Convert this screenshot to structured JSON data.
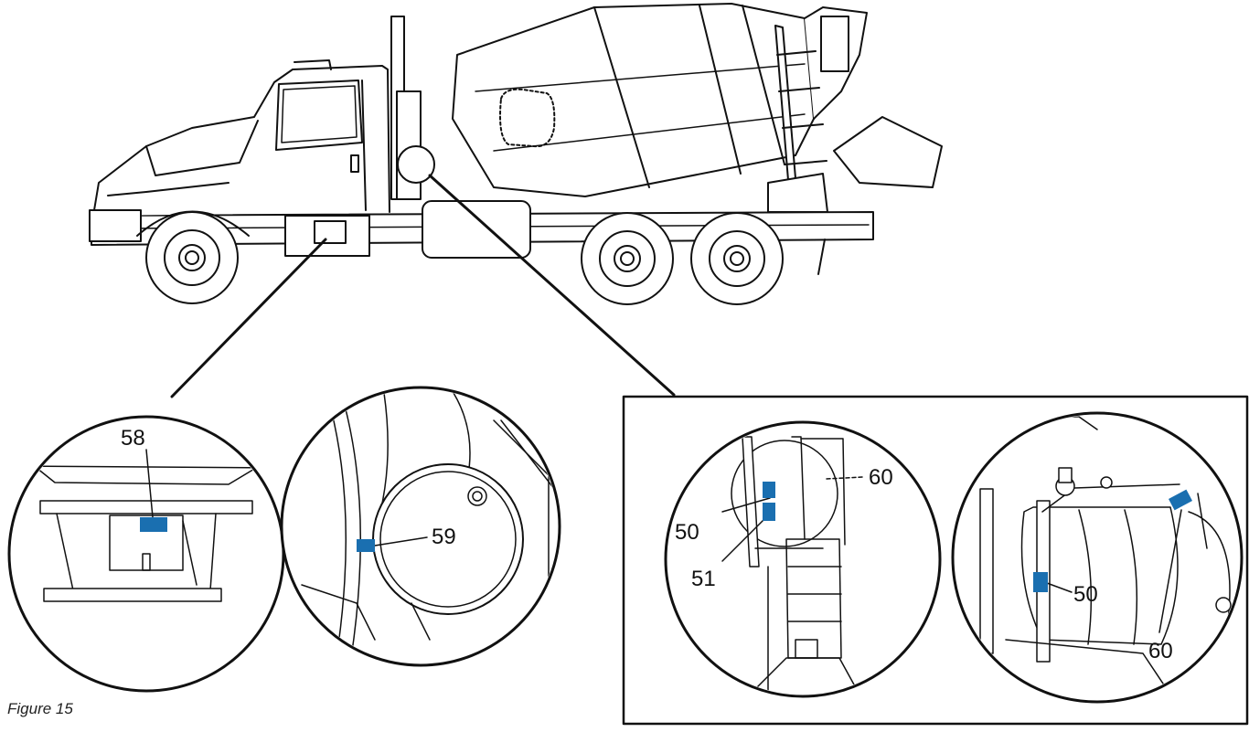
{
  "caption": "Figure 15",
  "marker_color": "#1a6fb0",
  "labels": {
    "l58": "58",
    "l59": "59",
    "l50a": "50",
    "l51": "51",
    "l60a": "60",
    "l50b": "50",
    "l60b": "60"
  },
  "icons": [
    "mixer-truck-illustration",
    "frame-cab-detail",
    "air-tank-detail",
    "water-tank-ladder-detail",
    "water-tank-closeup-detail"
  ]
}
